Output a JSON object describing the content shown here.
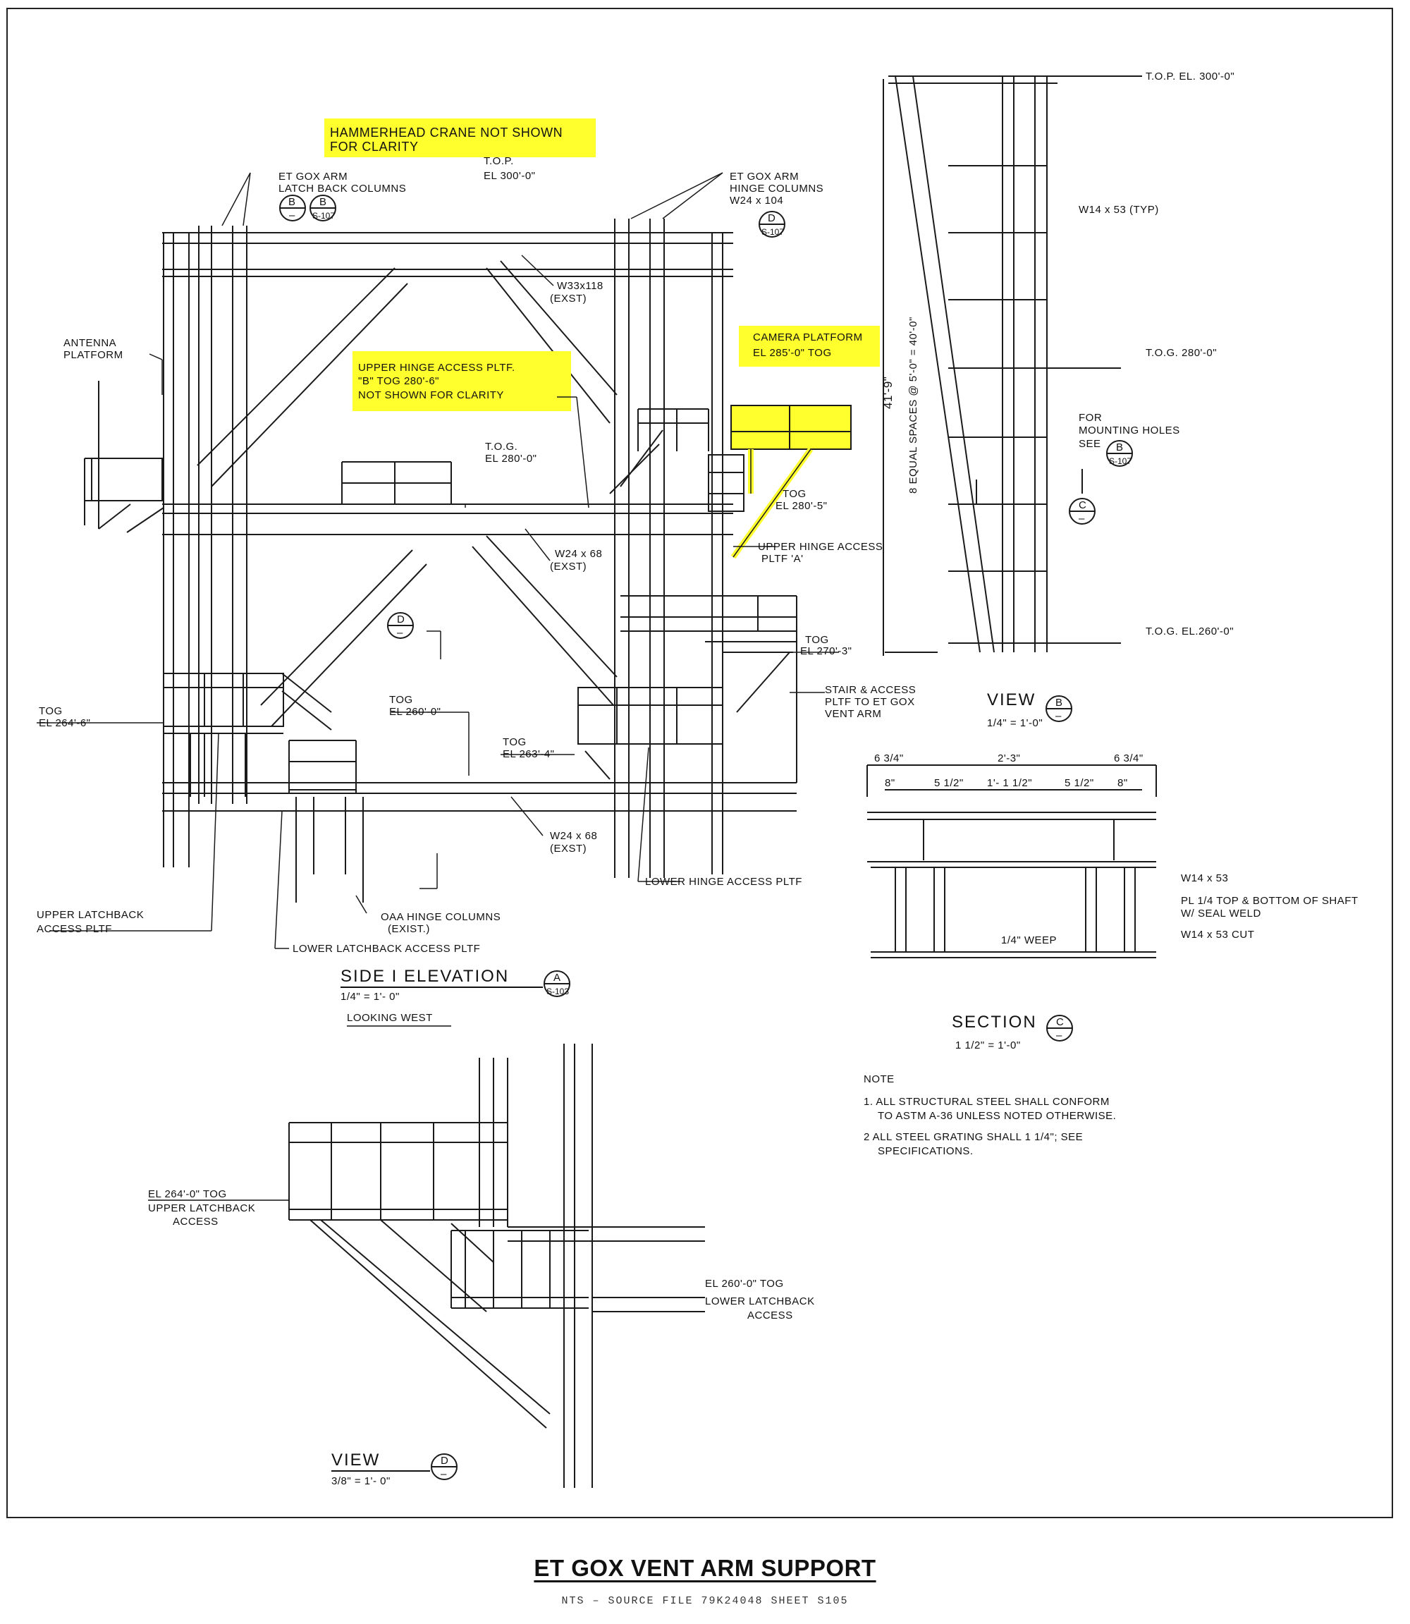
{
  "highlight_color": "#ffff2e",
  "labels": {
    "hammerhead_note_1": "HAMMERHEAD CRANE NOT SHOWN",
    "hammerhead_note_2": "FOR CLARITY",
    "latch_back_cols_1": "ET GOX ARM",
    "latch_back_cols_2": "LATCH BACK COLUMNS",
    "top_1": "T.O.P.",
    "top_2": "EL 300'-0\"",
    "hinge_cols_1": "ET GOX ARM",
    "hinge_cols_2": "HINGE COLUMNS",
    "hinge_cols_3": "W24 x 104",
    "w33": "W33x118",
    "w33_exst": "(EXST)",
    "antenna_1": "ANTENNA",
    "antenna_2": "PLATFORM",
    "upper_hinge_b_1": "UPPER HINGE ACCESS PLTF.",
    "upper_hinge_b_2": "\"B\" TOG 280'-6\"",
    "upper_hinge_b_3": "NOT SHOWN FOR CLARITY",
    "camera_1": "CAMERA PLATFORM",
    "camera_2": "EL 285'-0\" TOG",
    "tog280_1": "T.O.G.",
    "tog280_2": "EL 280'-0\"",
    "tog_280_5_1": "TOG",
    "tog_280_5_2": "EL 280'-5\"",
    "upper_hinge_a_1": "UPPER HINGE ACCESS",
    "upper_hinge_a_2": "PLTF 'A'",
    "w24_1": "W24 x 68",
    "w24_1_exst": "(EXST)",
    "tog_270_1": "TOG",
    "tog_270_2": "EL 270'-3\"",
    "stair_1": "STAIR & ACCESS",
    "stair_2": "PLTF TO ET GOX",
    "stair_3": "VENT ARM",
    "tog_264_1": "TOG",
    "tog_264_2": "EL 264'-6\"",
    "tog_260_1": "TOG",
    "tog_260_2": "EL 260'-0\"",
    "tog_263_1": "TOG",
    "tog_263_2": "EL 263'-4\"",
    "w24_2": "W24 x 68",
    "w24_2_exst": "(EXST)",
    "lower_hinge": "LOWER HINGE ACCESS PLTF",
    "upper_latch_1": "UPPER LATCHBACK",
    "upper_latch_2": "ACCESS PLTF",
    "oaa_1": "OAA HINGE COLUMNS",
    "oaa_2": "(EXIST.)",
    "lower_latch": "LOWER LATCHBACK ACCESS PLTF",
    "side_elev": "SIDE I ELEVATION",
    "side_elev_scale": "1/4\" = 1'- 0\"",
    "looking_west": "LOOKING WEST",
    "top_el_300": "T.O.P. EL. 300'-0\"",
    "w14_typ": "W14 x 53 (TYP)",
    "tog_el_280": "T.O.G. 280'-0\"",
    "equal_spaces": "8 EQUAL SPACES @ 5'-0\" = 40'-0\"",
    "dim_41_9": "41'-9\"",
    "mounting_1": "FOR",
    "mounting_2": "MOUNTING HOLES",
    "mounting_3": "SEE",
    "tog_el_260": "T.O.G. EL.260'-0\"",
    "view": "VIEW",
    "view_b_scale": "1/4\" = 1'-0\"",
    "dim_2_3": "2'-3\"",
    "dim_6_3_4": "6 3/4\"",
    "dim_8": "8\"",
    "dim_5_1_2": "5 1/2\"",
    "dim_1_1_1_2": "1'- 1 1/2\"",
    "w14_53": "W14 x 53",
    "pl_1": "PL 1/4 TOP & BOTTOM OF SHAFT",
    "pl_2": "W/ SEAL WELD",
    "w14_cut": "W14 x 53 CUT",
    "weep": "1/4\" WEEP",
    "section": "SECTION",
    "section_scale": "1 1/2\" = 1'-0\"",
    "note_title": "NOTE",
    "note_1a": "1. ALL STRUCTURAL STEEL SHALL CONFORM",
    "note_1b": "TO ASTM A-36 UNLESS NOTED OTHERWISE.",
    "note_2a": "2 ALL STEEL GRATING SHALL 1 1/4\"; SEE",
    "note_2b": "SPECIFICATIONS.",
    "el264_1": "EL 264'-0\" TOG",
    "el264_2": "UPPER LATCHBACK",
    "el264_3": "ACCESS",
    "el260_1": "EL 260'-0\" TOG",
    "el260_2": "LOWER LATCHBACK",
    "el260_3": "ACCESS",
    "view_d_scale": "3/8\" = 1'- 0\""
  },
  "callouts": {
    "b_top": "B",
    "b_bot": "–",
    "b2_top": "B",
    "b2_bot": "S-107",
    "d_top": "D",
    "d_bot": "S-107",
    "d2_top": "D",
    "d2_bot": "–",
    "c_top": "C",
    "c_bot": "–",
    "a_top": "A",
    "a_bot": "S-103",
    "vb_top": "B",
    "vb_bot": "–",
    "mh_top": "B",
    "mh_bot": "S-107",
    "sc_top": "C",
    "sc_bot": "–",
    "vd_top": "D",
    "vd_bot": "–"
  },
  "caption": {
    "title": "ET GOX VENT ARM SUPPORT",
    "source": "NTS – SOURCE FILE 79K24048 SHEET S105"
  }
}
